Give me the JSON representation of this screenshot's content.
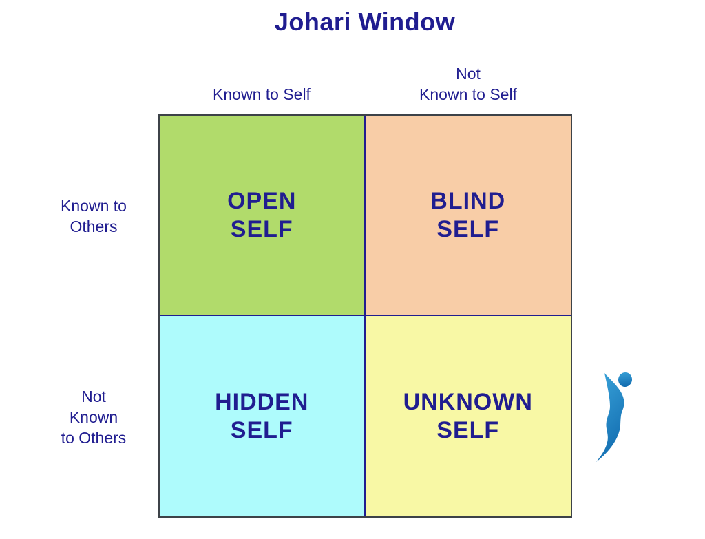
{
  "title": "Johari Window",
  "column_headers": [
    {
      "id": "known-to-self",
      "label": "Known to Self"
    },
    {
      "id": "not-known-to-self",
      "label": "Not\nKnown to Self"
    }
  ],
  "row_headers": [
    {
      "id": "known-to-others",
      "label": "Known to\nOthers"
    },
    {
      "id": "not-known-to-others",
      "label": "Not\nKnown\nto Others"
    }
  ],
  "quadrants": [
    {
      "id": "open-self",
      "label": "OPEN\nSELF",
      "color": "#b1db6b"
    },
    {
      "id": "blind-self",
      "label": "BLIND\nSELF",
      "color": "#f8cda7"
    },
    {
      "id": "hidden-self",
      "label": "HIDDEN\nSELF",
      "color": "#aefbfc"
    },
    {
      "id": "unknown-self",
      "label": "UNKNOWN\nSELF",
      "color": "#f8f8a5"
    }
  ],
  "colors": {
    "text_navy": "#201d90",
    "grid_border": "#3d4248",
    "background": "#ffffff",
    "logo_blue_light": "#3aa4da",
    "logo_blue_dark": "#146fb2"
  },
  "logo": {
    "icon": "abstract-person-logo"
  }
}
